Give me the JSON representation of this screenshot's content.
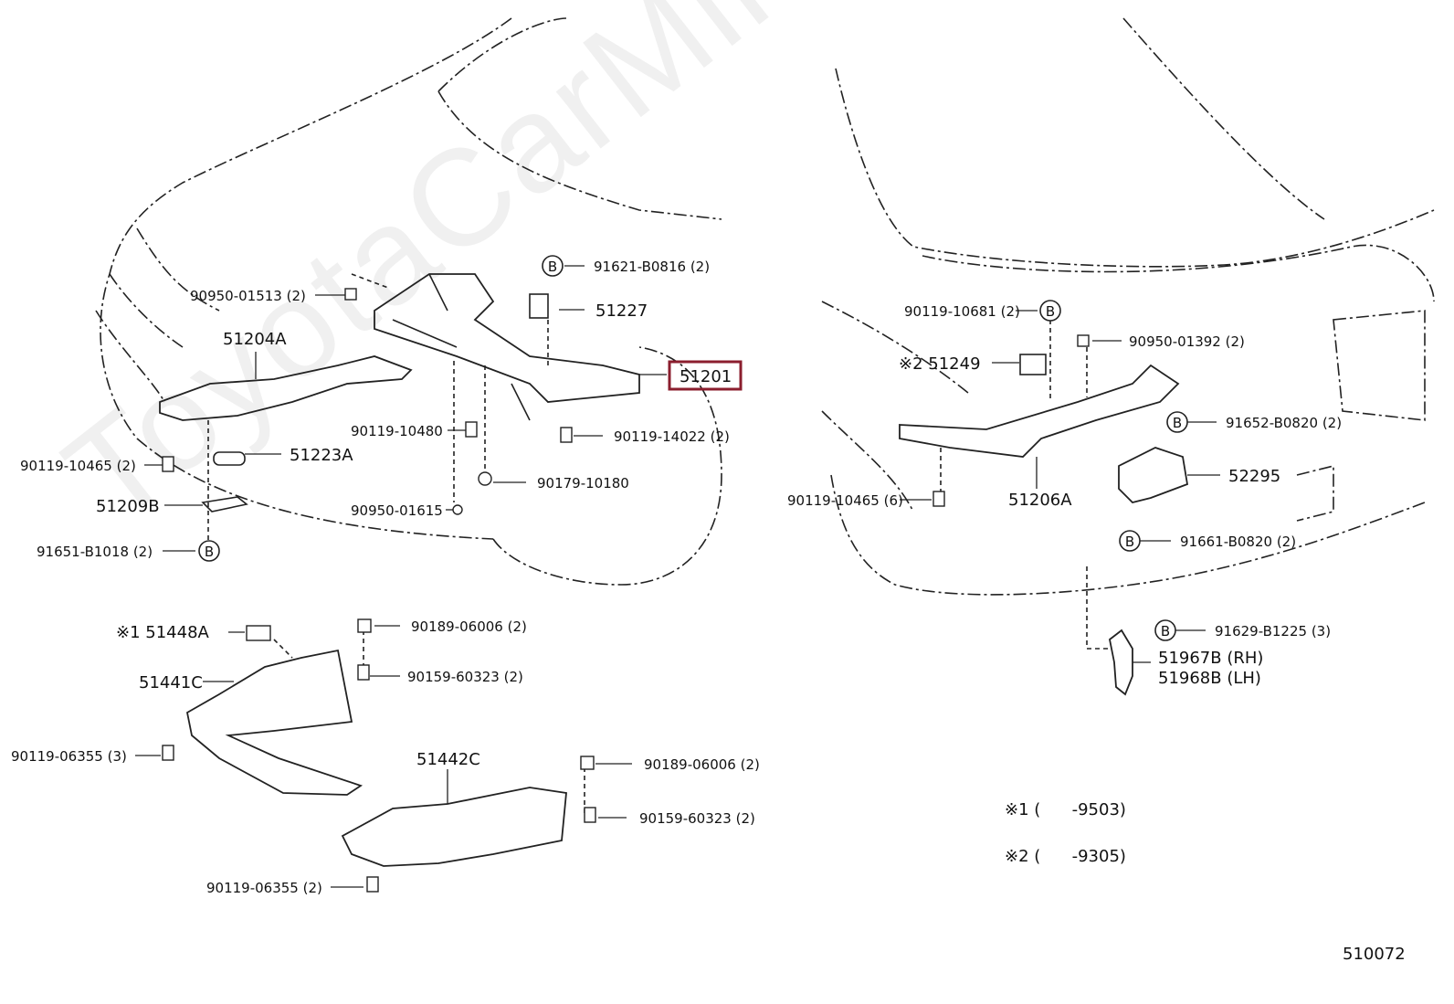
{
  "watermark": "ToyotaCarMine.ru",
  "diagram_code": "510072",
  "highlight_color": "#8b1e2e",
  "left_labels": {
    "p1": "90950-01513 (2)",
    "p2": "51204A",
    "p3": "91621-B0816 (2)",
    "p4": "51227",
    "p5": "51201",
    "p6": "90119-10480",
    "p7": "90119-14022 (2)",
    "p8": "90119-10465 (2)",
    "p9": "51223A",
    "p10": "90179-10180",
    "p11": "51209B",
    "p12": "90950-01615",
    "p13": "91651-B1018 (2)"
  },
  "under_labels": {
    "u1": "※1 51448A",
    "u2": "90189-06006 (2)",
    "u3": "51441C",
    "u4": "90159-60323 (2)",
    "u5": "90119-06355 (3)",
    "u6": "51442C",
    "u7": "90189-06006 (2)",
    "u8": "90159-60323 (2)",
    "u9": "90119-06355 (2)"
  },
  "right_labels": {
    "r1": "90119-10681 (2)",
    "r2": "90950-01392 (2)",
    "r3": "※2 51249",
    "r4": "91652-B0820 (2)",
    "r5": "52295",
    "r6": "90119-10465 (6)",
    "r7": "51206A",
    "r8": "91661-B0820 (2)",
    "r9": "91629-B1225 (3)",
    "r10": "51967B (RH)",
    "r11": "51968B (LH)"
  },
  "notes": {
    "n1": "※1 (      -9503)",
    "n2": "※2 (      -9305)"
  },
  "b_symbol": "B"
}
